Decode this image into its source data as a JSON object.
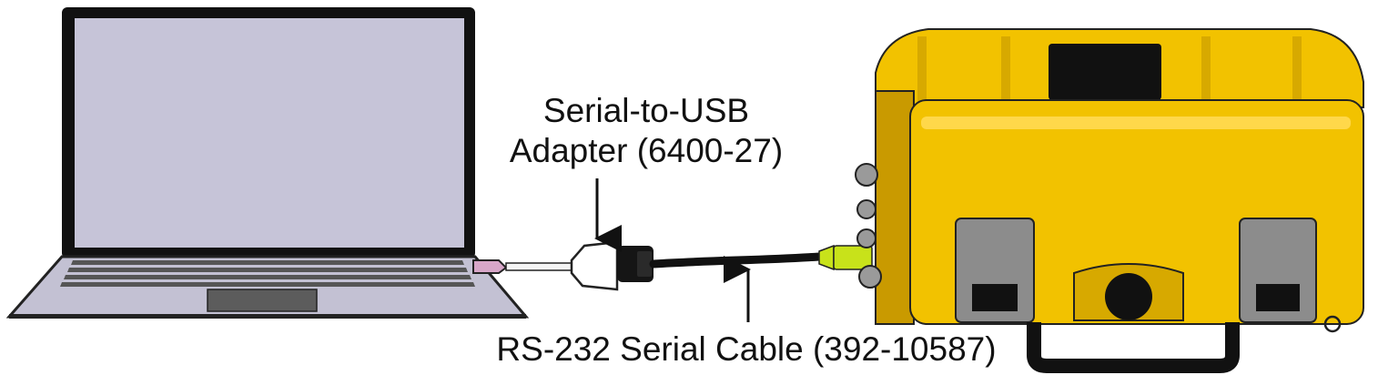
{
  "labels": {
    "adapter_line1": "Serial-to-USB",
    "adapter_line2": "Adapter (6400-27)",
    "cable": "RS-232 Serial Cable (392-10587)"
  },
  "colors": {
    "screen": "#c6c4d8",
    "laptop_base": "#c3c1d3",
    "keyboard": "#5a5a5a",
    "case_yellow": "#f2c200",
    "case_shadow": "#b58f00",
    "latch_gray": "#8c8c8c",
    "cable": "#111111",
    "connector_green": "#c8e21a"
  }
}
